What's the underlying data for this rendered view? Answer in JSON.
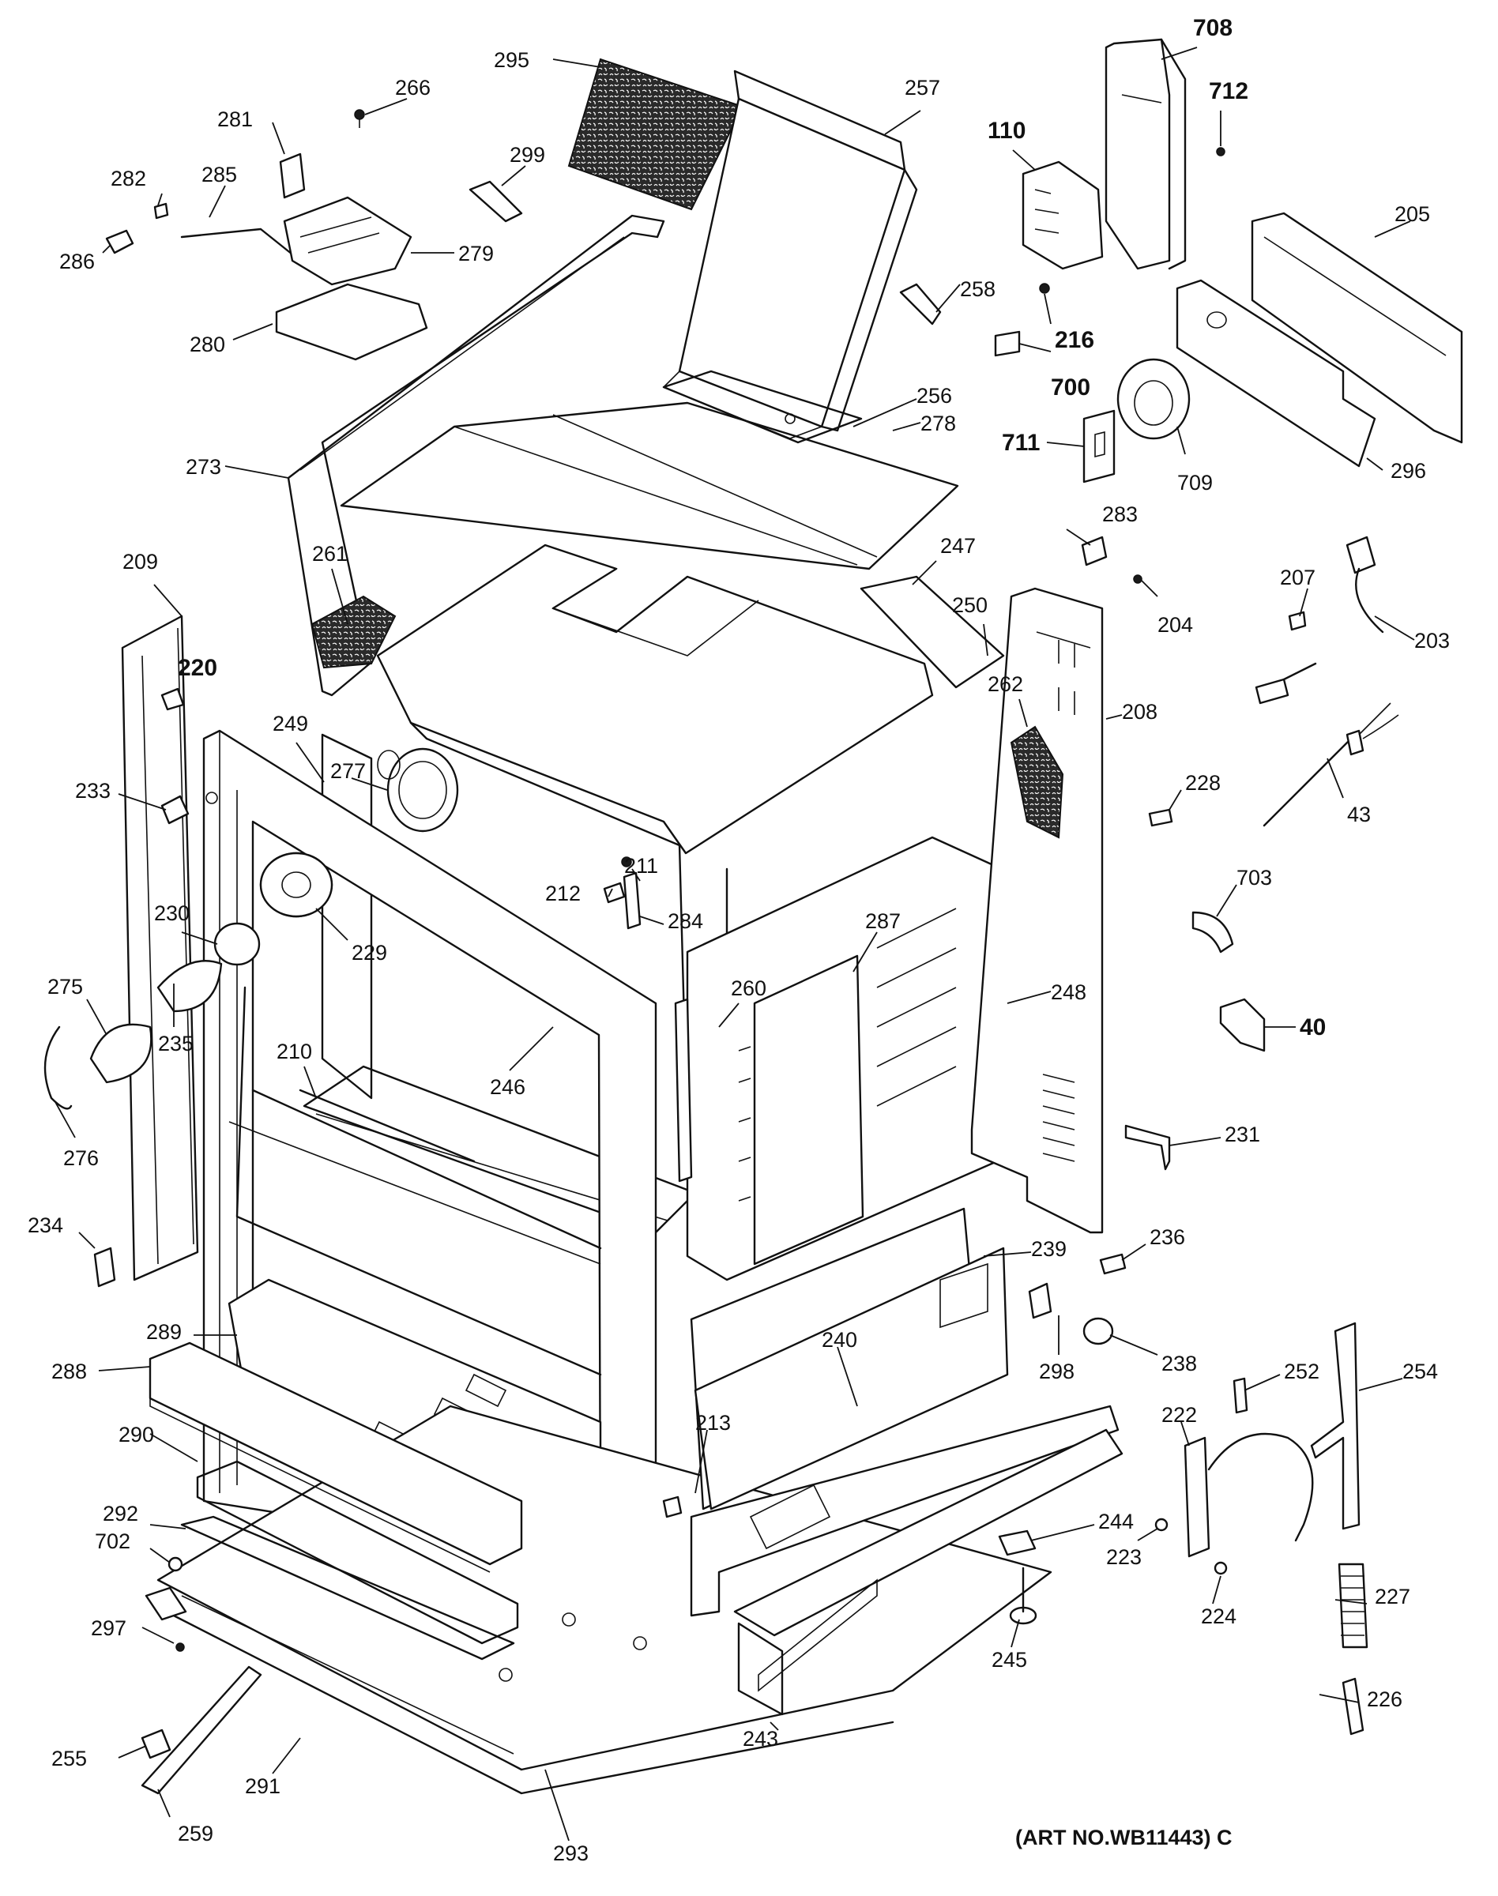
{
  "diagram": {
    "art_number": "(ART NO.WB11443) C",
    "callouts": {
      "p40": "40",
      "p43": "43",
      "p110": "110",
      "p203": "203",
      "p204": "204",
      "p205": "205",
      "p207": "207",
      "p208": "208",
      "p209": "209",
      "p210": "210",
      "p211": "211",
      "p212": "212",
      "p213": "213",
      "p216": "216",
      "p220": "220",
      "p222": "222",
      "p223": "223",
      "p224": "224",
      "p226": "226",
      "p227": "227",
      "p228": "228",
      "p229": "229",
      "p230": "230",
      "p231": "231",
      "p233": "233",
      "p234": "234",
      "p235": "235",
      "p236": "236",
      "p238": "238",
      "p239": "239",
      "p240": "240",
      "p243": "243",
      "p244": "244",
      "p245": "245",
      "p246": "246",
      "p247": "247",
      "p248": "248",
      "p249": "249",
      "p250": "250",
      "p252": "252",
      "p254": "254",
      "p255": "255",
      "p256": "256",
      "p257": "257",
      "p258": "258",
      "p259": "259",
      "p260": "260",
      "p261": "261",
      "p262": "262",
      "p266": "266",
      "p273": "273",
      "p275": "275",
      "p276": "276",
      "p277": "277",
      "p278": "278",
      "p279": "279",
      "p280": "280",
      "p281": "281",
      "p282": "282",
      "p283": "283",
      "p284": "284",
      "p285": "285",
      "p286": "286",
      "p287": "287",
      "p288": "288",
      "p289": "289",
      "p290": "290",
      "p291": "291",
      "p292": "292",
      "p293": "293",
      "p295": "295",
      "p296": "296",
      "p297": "297",
      "p298": "298",
      "p299": "299",
      "p700": "700",
      "p702": "702",
      "p703": "703",
      "p708": "708",
      "p709": "709",
      "p711": "711",
      "p712": "712"
    }
  }
}
